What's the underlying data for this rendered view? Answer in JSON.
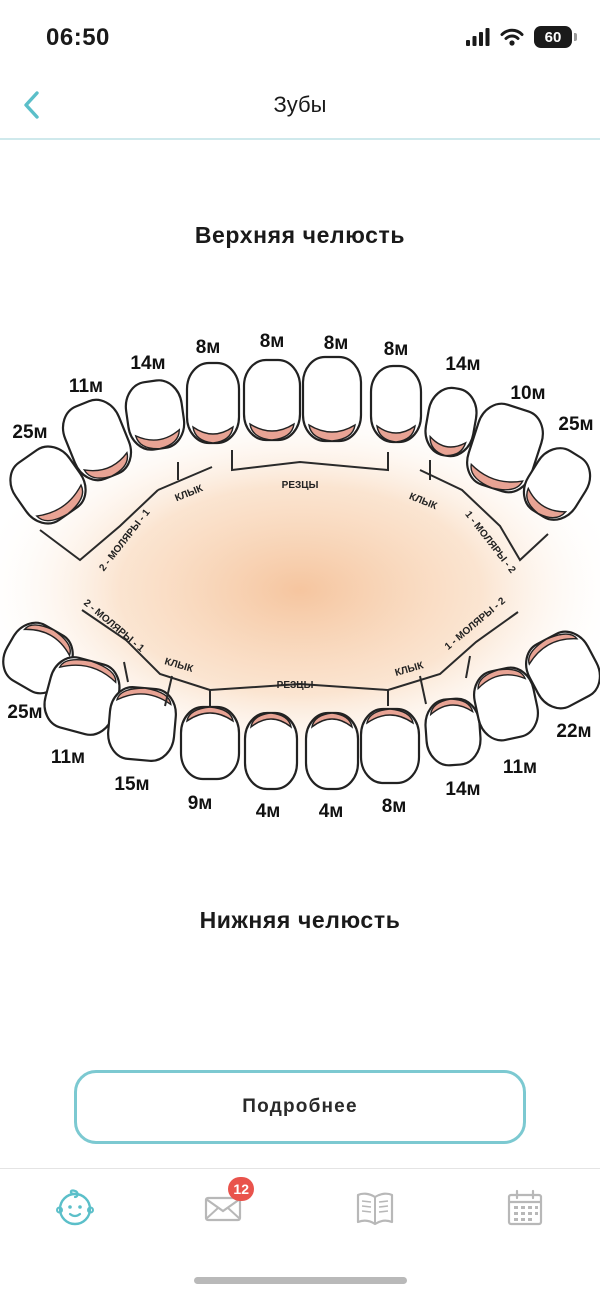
{
  "status_bar": {
    "time": "06:50",
    "battery": "60"
  },
  "nav": {
    "title": "Зубы"
  },
  "jaws": {
    "upper_title": "Верхняя челюсть",
    "lower_title": "Нижняя челюсть"
  },
  "chart_data": {
    "type": "diagram",
    "upper_teeth": [
      {
        "position": 1,
        "age_label": "25м"
      },
      {
        "position": 2,
        "age_label": "11м"
      },
      {
        "position": 3,
        "age_label": "14м"
      },
      {
        "position": 4,
        "age_label": "8м"
      },
      {
        "position": 5,
        "age_label": "8м"
      },
      {
        "position": 6,
        "age_label": "8м"
      },
      {
        "position": 7,
        "age_label": "8м"
      },
      {
        "position": 8,
        "age_label": "14м"
      },
      {
        "position": 9,
        "age_label": "10м"
      },
      {
        "position": 10,
        "age_label": "25м"
      }
    ],
    "lower_teeth": [
      {
        "position": 1,
        "age_label": "25м"
      },
      {
        "position": 2,
        "age_label": "11м"
      },
      {
        "position": 3,
        "age_label": "15м"
      },
      {
        "position": 4,
        "age_label": "9м"
      },
      {
        "position": 5,
        "age_label": "4м"
      },
      {
        "position": 6,
        "age_label": "4м"
      },
      {
        "position": 7,
        "age_label": "8м"
      },
      {
        "position": 8,
        "age_label": "14м"
      },
      {
        "position": 9,
        "age_label": "11м"
      },
      {
        "position": 10,
        "age_label": "22м"
      }
    ],
    "upper_groups": [
      {
        "id": "molars-left",
        "label": "2 - МОЛЯРЫ - 1"
      },
      {
        "id": "canine-left",
        "label": "КЛЫК"
      },
      {
        "id": "incisors",
        "label": "РЕЗЦЫ"
      },
      {
        "id": "canine-right",
        "label": "КЛЫК"
      },
      {
        "id": "molars-right",
        "label": "1 - МОЛЯРЫ - 2"
      }
    ],
    "lower_groups": [
      {
        "id": "molars-left",
        "label": "2 - МОЛЯРЫ - 1"
      },
      {
        "id": "canine-left",
        "label": "КЛЫК"
      },
      {
        "id": "incisors",
        "label": "РЕЗЦЫ"
      },
      {
        "id": "canine-right",
        "label": "КЛЫК"
      },
      {
        "id": "molars-right",
        "label": "1 - МОЛЯРЫ - 2"
      }
    ]
  },
  "actions": {
    "details_label": "Подробнее"
  },
  "tabs": [
    {
      "id": "baby",
      "icon": "baby-face-icon",
      "active": true
    },
    {
      "id": "messages",
      "icon": "envelope-icon",
      "badge": "12"
    },
    {
      "id": "journal",
      "icon": "open-book-icon"
    },
    {
      "id": "calendar",
      "icon": "calendar-icon"
    }
  ],
  "colors": {
    "accent": "#5bbfc9",
    "gum": "#e8a394",
    "badge": "#e9534c",
    "glow": "#f5c9a3"
  }
}
